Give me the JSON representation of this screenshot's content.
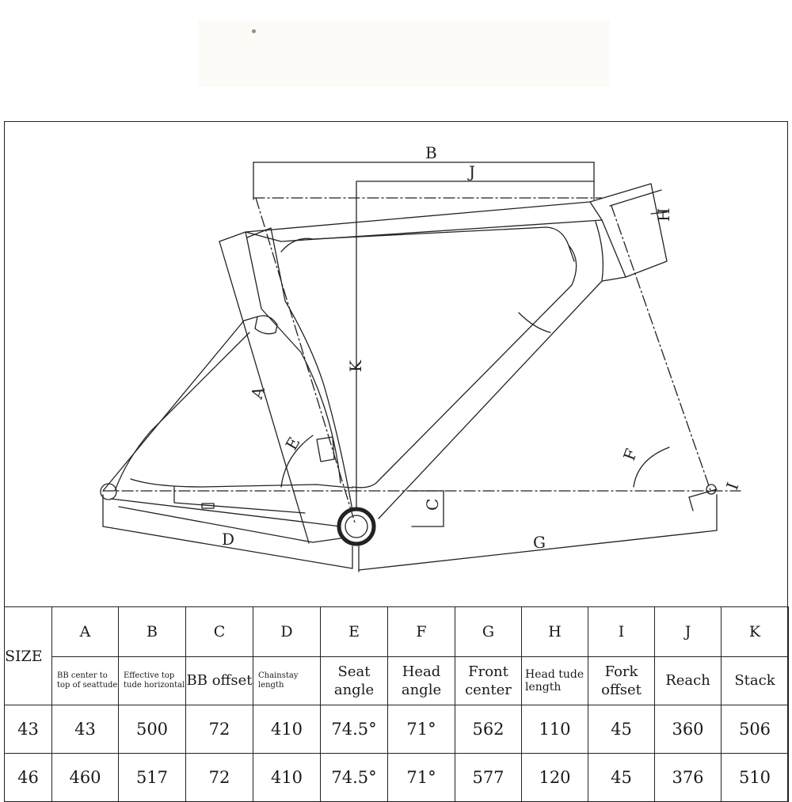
{
  "diagram": {
    "dimension_labels": {
      "A": "A",
      "B": "B",
      "C": "C",
      "D": "D",
      "E_seat": "E",
      "F_head": "F",
      "G": "G",
      "H": "H",
      "I": "I",
      "J": "J",
      "K": "K"
    }
  },
  "table": {
    "size_header": "SIZE",
    "columns": [
      {
        "letter": "A",
        "desc": "BB center to top of seattude"
      },
      {
        "letter": "B",
        "desc": "Effective top tude horizontal"
      },
      {
        "letter": "C",
        "desc": "BB offset"
      },
      {
        "letter": "D",
        "desc": "Chainstay length"
      },
      {
        "letter": "E",
        "desc": "Seat angle"
      },
      {
        "letter": "F",
        "desc": "Head angle"
      },
      {
        "letter": "G",
        "desc": "Front center"
      },
      {
        "letter": "H",
        "desc": "Head tude length"
      },
      {
        "letter": "I",
        "desc": "Fork offset"
      },
      {
        "letter": "J",
        "desc": "Reach"
      },
      {
        "letter": "K",
        "desc": "Stack"
      }
    ],
    "rows": [
      {
        "size": "43",
        "values": [
          "43",
          "500",
          "72",
          "410",
          "74.5°",
          "71°",
          "562",
          "110",
          "45",
          "360",
          "506"
        ]
      },
      {
        "size": "46",
        "values": [
          "460",
          "517",
          "72",
          "410",
          "74.5°",
          "71°",
          "577",
          "120",
          "45",
          "376",
          "510"
        ]
      }
    ]
  }
}
